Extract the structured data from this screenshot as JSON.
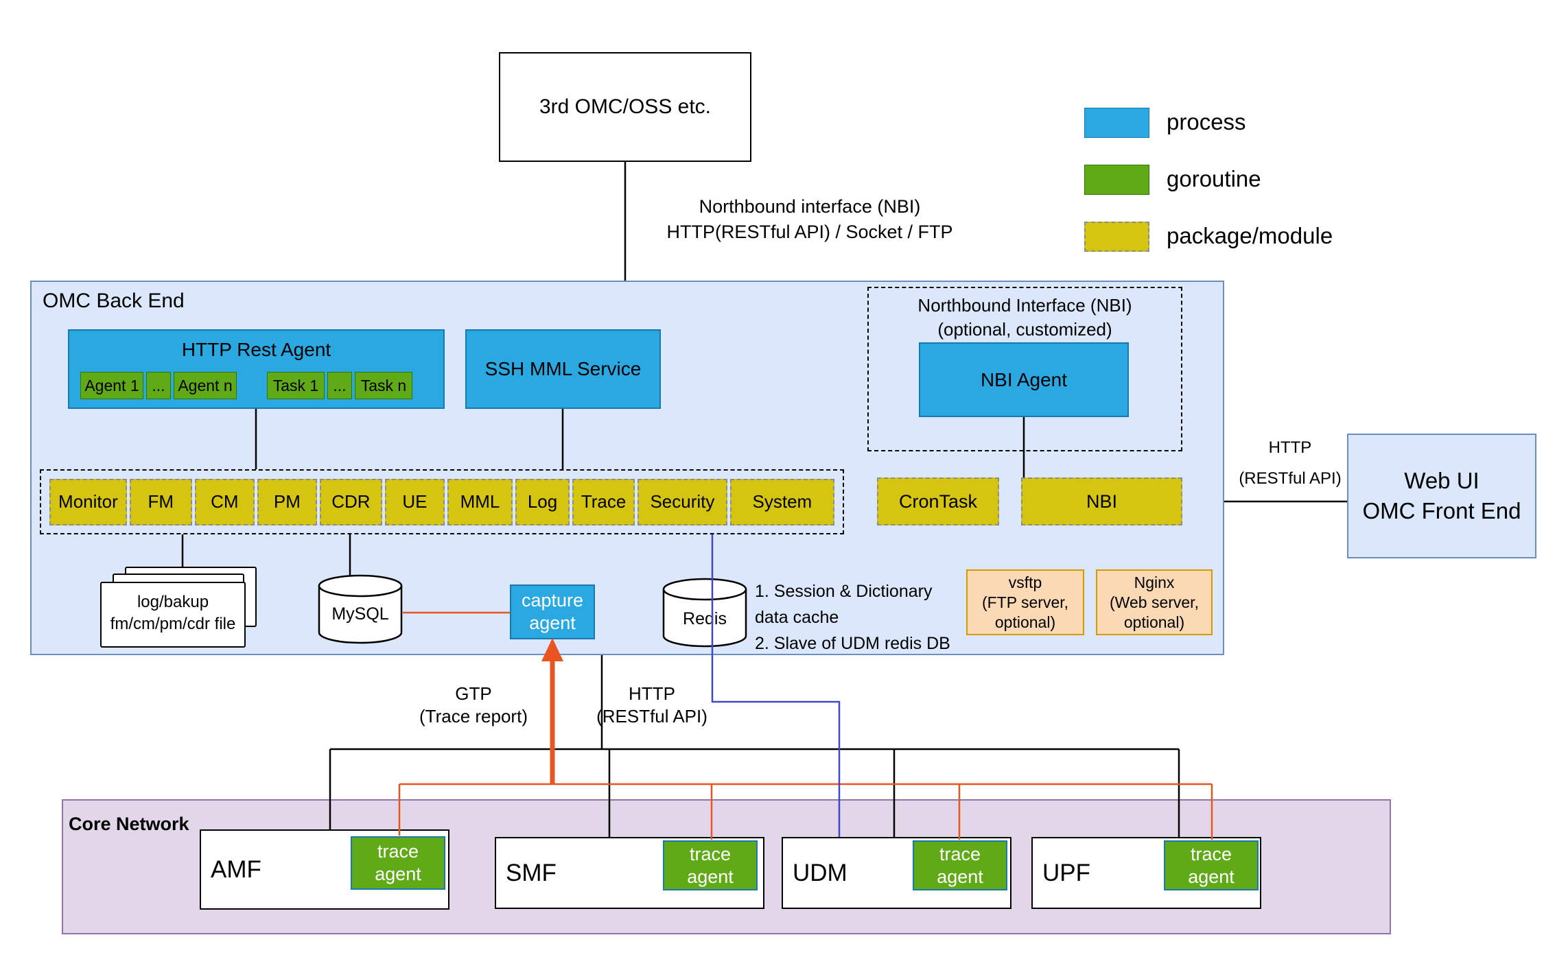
{
  "colors": {
    "process_blue": "#29a8e1",
    "goroutine_green": "#60a917",
    "module_yellow": "#d5c510",
    "backend_fill": "#dbe7fb",
    "core_fill": "#e2d6e9",
    "optional_orange_fill": "#fbd9b5",
    "orange_line": "#ea5420",
    "blue_line": "#3f48cc"
  },
  "external": {
    "label": "3rd OMC/OSS etc."
  },
  "nbi_link": {
    "line1": "Northbound interface (NBI)",
    "line2": "HTTP(RESTful API) / Socket / FTP"
  },
  "legend": {
    "items": [
      {
        "label": "process",
        "color": "#29a8e1"
      },
      {
        "label": "goroutine",
        "color": "#60a917"
      },
      {
        "label": "package/module",
        "color": "#d5c510"
      }
    ]
  },
  "backend": {
    "title": "OMC Back End",
    "http_rest_agent": {
      "title": "HTTP Rest Agent",
      "chips": [
        "Agent 1",
        "...",
        "Agent n",
        "Task 1",
        "...",
        "Task n"
      ]
    },
    "ssh_mml_service": "SSH MML Service",
    "nbi_group": {
      "title_line1": "Northbound Interface (NBI)",
      "title_line2": "(optional, customized)",
      "agent_label": "NBI  Agent"
    },
    "modules": [
      "Monitor",
      "FM",
      "CM",
      "PM",
      "CDR",
      "UE",
      "MML",
      "Log",
      "Trace",
      "Security",
      "System"
    ],
    "crontask_label": "CronTask",
    "nbi_module_label": "NBI",
    "files": {
      "line1": "log/bakup",
      "line2": "fm/cm/pm/cdr file"
    },
    "mysql_label": "MySQL",
    "capture_agent": {
      "line1": "capture",
      "line2": "agent"
    },
    "redis_label": "Redis",
    "redis_notes": {
      "line1": "1. Session & Dictionary",
      "line2": "data cache",
      "line3": "2. Slave of UDM redis DB"
    },
    "vsftp": {
      "line1": "vsftp",
      "line2": "(FTP server,",
      "line3": "optional)"
    },
    "nginx": {
      "line1": "Nginx",
      "line2": "(Web server,",
      "line3": "optional)"
    }
  },
  "webui": {
    "line1": "Web UI",
    "line2": "OMC Front End",
    "http_line1": "HTTP",
    "http_line2": "(RESTful API)"
  },
  "edges": {
    "gtp_line1": "GTP",
    "gtp_line2": "(Trace report)",
    "http_line1": "HTTP",
    "http_line2": "(RESTful API)"
  },
  "core": {
    "title": "Core Network",
    "trace_agent": {
      "line1": "trace",
      "line2": "agent"
    },
    "nfs": [
      {
        "name": "AMF"
      },
      {
        "name": "SMF"
      },
      {
        "name": "UDM"
      },
      {
        "name": "UPF"
      }
    ]
  }
}
